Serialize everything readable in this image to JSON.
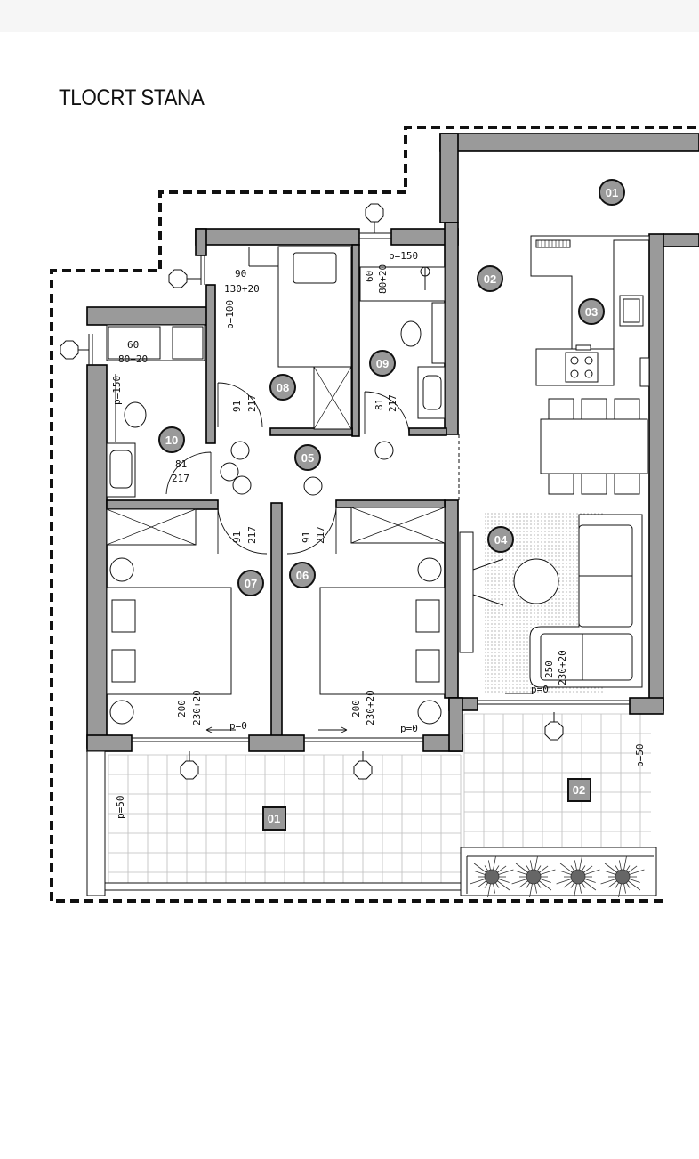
{
  "title": "TLOCRT STANA",
  "rooms": [
    "01",
    "02",
    "03",
    "04",
    "05",
    "06",
    "07",
    "08",
    "09",
    "10"
  ],
  "terraces": [
    "01",
    "02"
  ],
  "dimensions": {
    "d_90": "90",
    "d_130_20": "130+20",
    "d_p100": "p=100",
    "d_p150_top": "p=150",
    "d_60_top": "60",
    "d_80_20_top": "80+20",
    "d_60_left": "60",
    "d_80_20_left": "80+20",
    "d_p150_left": "p=150",
    "d_91_08": "91",
    "d_217_08": "217",
    "d_81_09": "81",
    "d_217_09": "217",
    "d_81_10": "81",
    "d_217_10": "217",
    "d_91_07": "91",
    "d_217_07": "217",
    "d_91_06": "91",
    "d_217_06": "217",
    "d_200_07": "200",
    "d_230_20_07": "230+20",
    "d_200_06": "200",
    "d_230_20_06": "230+20",
    "d_p0_07": "p=0",
    "d_p0_06": "p=0",
    "d_p0_04": "p=0",
    "d_250": "250",
    "d_230_20_04": "230+20",
    "d_p50_left": "p=50",
    "d_p50_right": "p=50"
  }
}
